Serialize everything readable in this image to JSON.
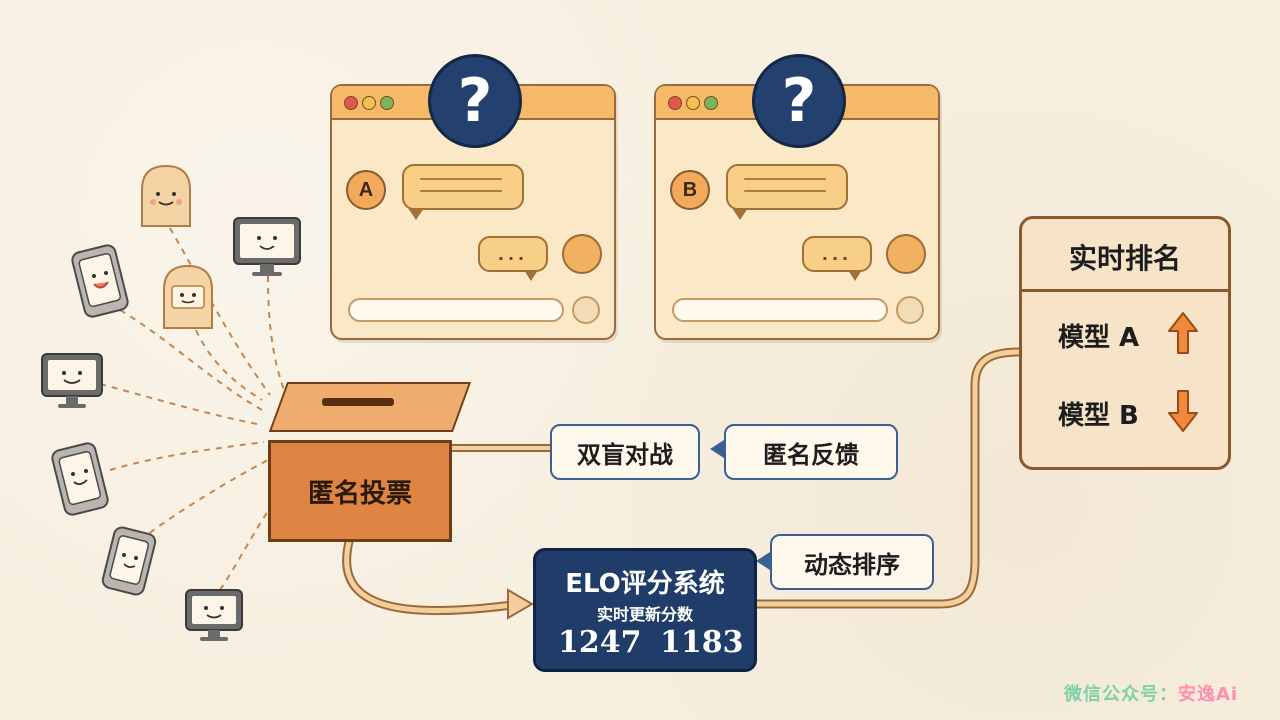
{
  "chat_windows": [
    {
      "id": "a",
      "badge": "A",
      "question": "?",
      "reply_dots": "..."
    },
    {
      "id": "b",
      "badge": "B",
      "question": "?",
      "reply_dots": "..."
    }
  ],
  "ballot_box": {
    "label": "匿名投票"
  },
  "tags": {
    "blind_battle": "双盲对战",
    "anonymous_feedback": "匿名反馈",
    "dynamic_sort": "动态排序"
  },
  "elo": {
    "title": "ELO评分系统",
    "subtitle": "实时更新分数",
    "score_a": "1247",
    "score_b": "1183"
  },
  "ranking": {
    "title": "实时排名",
    "rows": [
      {
        "label": "模型 A",
        "trend": "up"
      },
      {
        "label": "模型 B",
        "trend": "down"
      }
    ]
  },
  "watermark": {
    "prefix": "微信公众号：",
    "brand": "安逸Ai"
  },
  "colors": {
    "background": "#f7efe0",
    "navy": "#24406f",
    "orange": "#e08443",
    "arrow_orange": "#f08a3a"
  }
}
